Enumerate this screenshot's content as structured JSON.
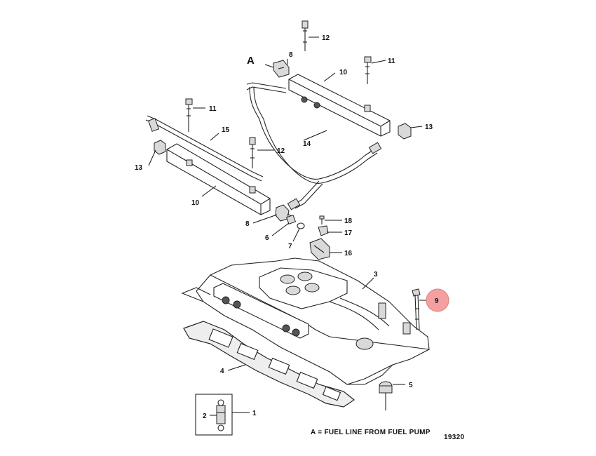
{
  "callouts": {
    "c1": "1",
    "c2": "2",
    "c3": "3",
    "c4": "4",
    "c5": "5",
    "c6": "6",
    "c7": "7",
    "c8a": "8",
    "c8b": "8",
    "c9": "9",
    "c10a": "10",
    "c10b": "10",
    "c11a": "11",
    "c11b": "11",
    "c12a": "12",
    "c12b": "12",
    "c13a": "13",
    "c13b": "13",
    "c14": "14",
    "c15": "15",
    "c16": "16",
    "c17": "17",
    "c18": "18",
    "cA": "A"
  },
  "caption": "A = FUEL LINE FROM FUEL PUMP",
  "figure_number": "19320",
  "highlight_color": "#f4a0a0"
}
